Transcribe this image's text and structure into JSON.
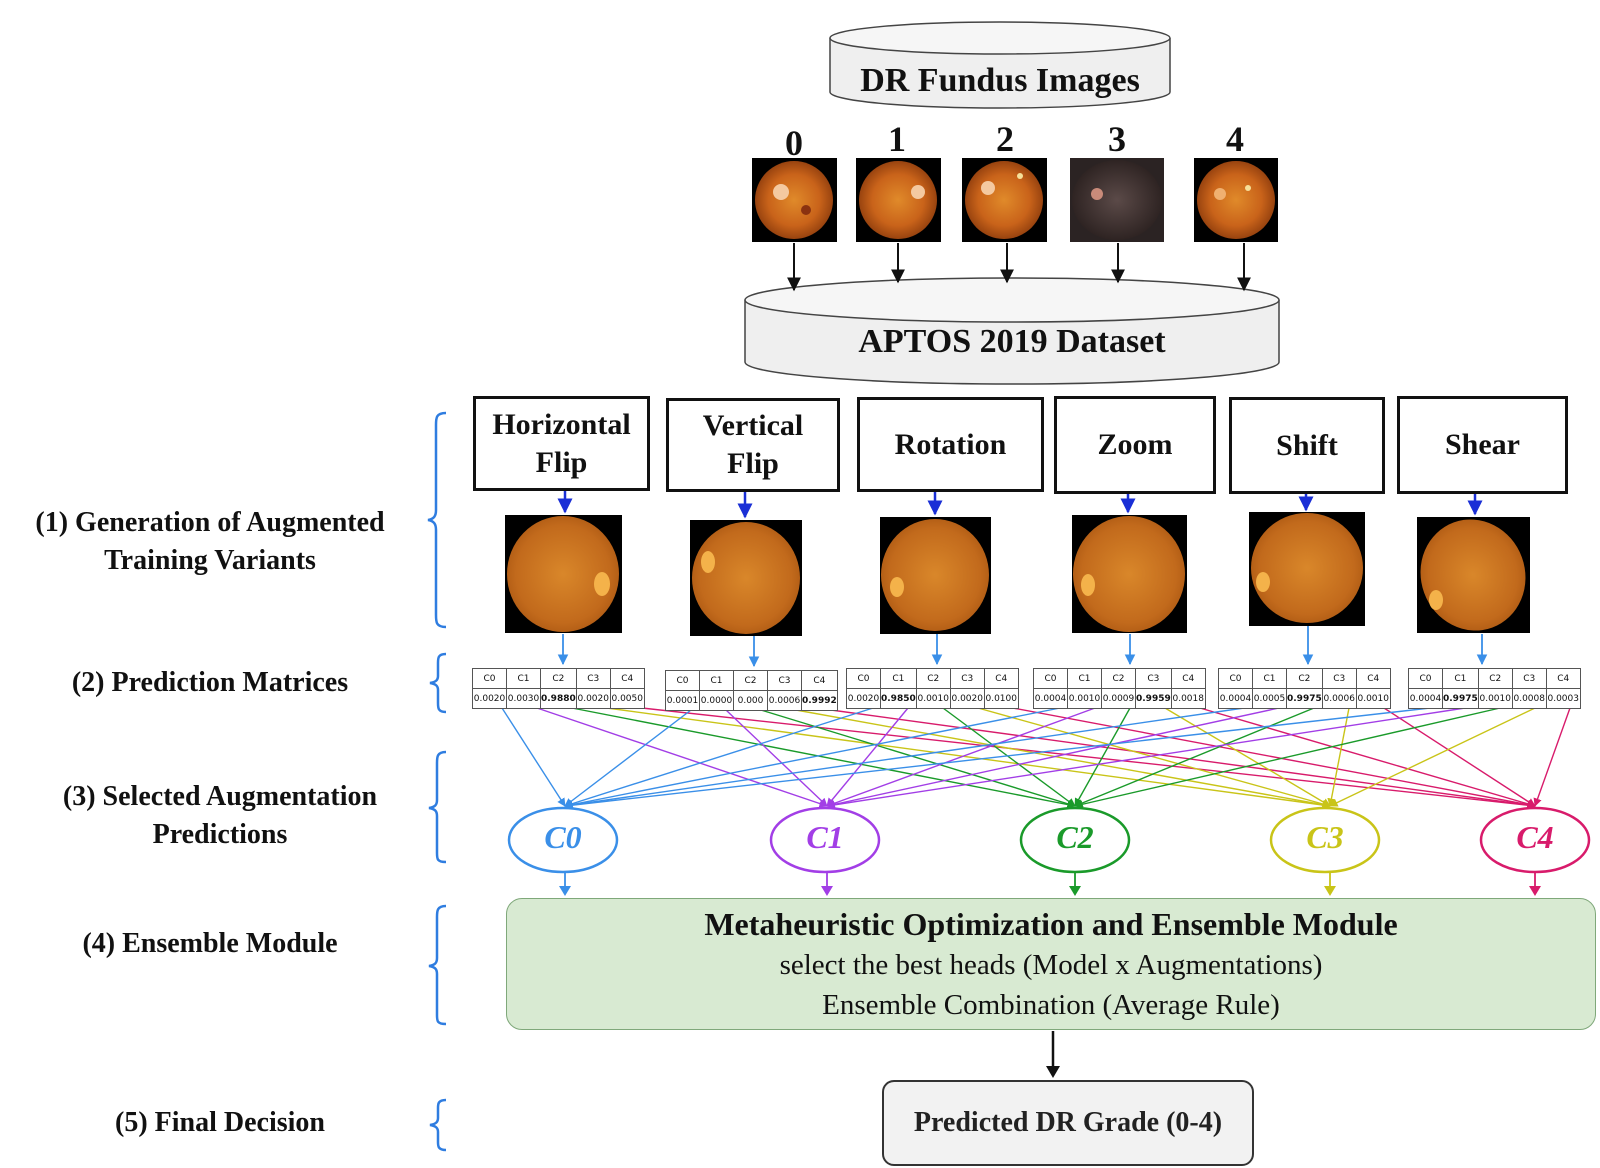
{
  "top_db": {
    "label": "DR Fundus Images"
  },
  "grades": [
    "0",
    "1",
    "2",
    "3",
    "4"
  ],
  "dataset": {
    "label": "APTOS 2019 Dataset"
  },
  "augmentations": [
    {
      "name_lines": [
        "Horizontal",
        "Flip"
      ]
    },
    {
      "name_lines": [
        "Vertical",
        "Flip"
      ]
    },
    {
      "name_lines": [
        "Rotation"
      ]
    },
    {
      "name_lines": [
        "Zoom"
      ]
    },
    {
      "name_lines": [
        "Shift"
      ]
    },
    {
      "name_lines": [
        "Shear"
      ]
    }
  ],
  "stages": [
    {
      "text": "(1)   Generation of Augmented Training Variants"
    },
    {
      "text": "(2)  Prediction Matrices"
    },
    {
      "text": "(3)  Selected Augmentation Predictions"
    },
    {
      "text": "(4)  Ensemble Module"
    },
    {
      "text": "(5) Final Decision"
    }
  ],
  "prediction_matrices": [
    {
      "headers": [
        "C0",
        "C1",
        "C2",
        "C3",
        "C4"
      ],
      "values": [
        "0.0020",
        "0.0030",
        "0.9880",
        "0.0020",
        "0.0050"
      ],
      "max_index": 2
    },
    {
      "headers": [
        "C0",
        "C1",
        "C2",
        "C3",
        "C4"
      ],
      "values": [
        "0.0001",
        "0.0000",
        "0.000",
        "0.0006",
        "0.9992"
      ],
      "max_index": 4
    },
    {
      "headers": [
        "C0",
        "C1",
        "C2",
        "C3",
        "C4"
      ],
      "values": [
        "0.0020",
        "0.9850",
        "0.0010",
        "0.0020",
        "0.0100"
      ],
      "max_index": 1
    },
    {
      "headers": [
        "C0",
        "C1",
        "C2",
        "C3",
        "C4"
      ],
      "values": [
        "0.0004",
        "0.0010",
        "0.0009",
        "0.9959",
        "0.0018"
      ],
      "max_index": 3
    },
    {
      "headers": [
        "C0",
        "C1",
        "C2",
        "C3",
        "C4"
      ],
      "values": [
        "0.0004",
        "0.0005",
        "0.9975",
        "0.0006",
        "0.0010"
      ],
      "max_index": 2
    },
    {
      "headers": [
        "C0",
        "C1",
        "C2",
        "C3",
        "C4"
      ],
      "values": [
        "0.0004",
        "0.9975",
        "0.0010",
        "0.0008",
        "0.0003"
      ],
      "max_index": 1
    }
  ],
  "classes": [
    {
      "label": "C0",
      "color": "#3a8fe8"
    },
    {
      "label": "C1",
      "color": "#a23ee6"
    },
    {
      "label": "C2",
      "color": "#1a9a2a"
    },
    {
      "label": "C3",
      "color": "#c9c418"
    },
    {
      "label": "C4",
      "color": "#d81b6b"
    }
  ],
  "ensemble": {
    "title": "Metaheuristic Optimization and Ensemble Module",
    "line1": "select the best heads (Model x Augmentations)",
    "line2": "Ensemble Combination (Average Rule)",
    "fill_color": "#d8ead2"
  },
  "final": {
    "label": "Predicted DR Grade (0-4)"
  },
  "colors": {
    "arrow_dark": "#111111",
    "arrow_blue": "#1a2fd6",
    "arrow_light_blue": "#3a8fe8",
    "brace": "#2f7de0"
  },
  "icons": [
    "fundus-image",
    "database-cylinder",
    "curly-brace"
  ]
}
